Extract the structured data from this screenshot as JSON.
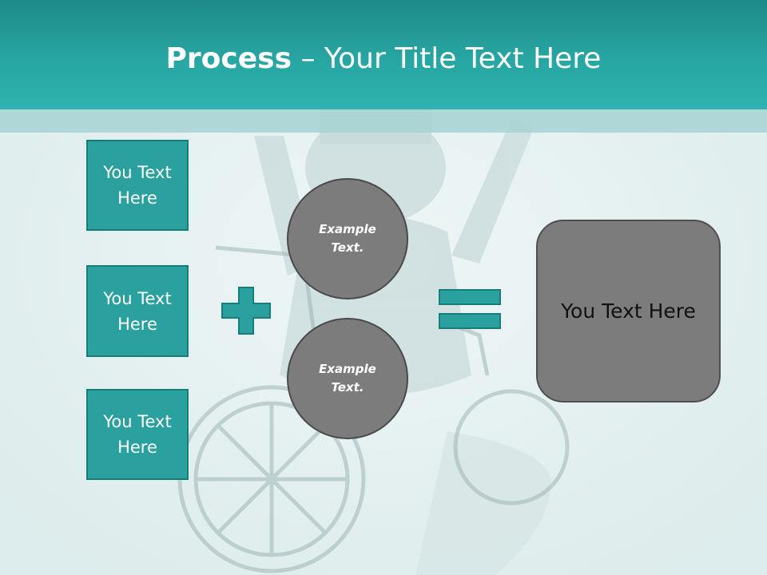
{
  "slide": {
    "title_bold": "Process",
    "title_rest": " – Your Title Text Here",
    "left_boxes": [
      "You Text\nHere",
      "You Text\nHere",
      "You Text\nHere"
    ],
    "circles": [
      "Example\nText.",
      "Example\nText."
    ],
    "result_text": "You Text Here"
  },
  "colors": {
    "header": "#27a6a3",
    "box_fill": "#2aa19e",
    "box_border": "#177d7a",
    "circle_fill": "#7c7c7c",
    "result_fill": "#7c7c7c"
  },
  "icons": [
    "plus-icon",
    "equals-icon"
  ]
}
